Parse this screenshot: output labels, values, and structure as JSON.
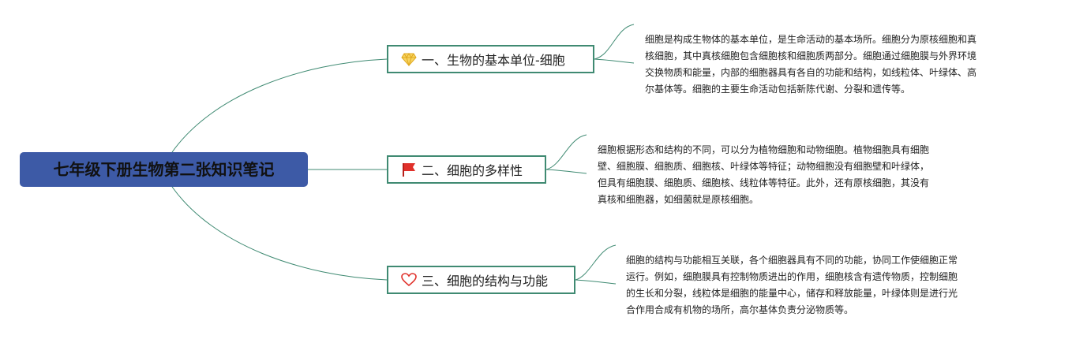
{
  "root": {
    "title": "七年级下册生物第二张知识笔记"
  },
  "branches": [
    {
      "label": "一、生物的基本单位-细胞",
      "icon": "gem-icon",
      "lines": [
        "细胞是构成生物体的基本单位，是生命活动的基本场所。细胞分为原核细胞和真",
        "核细胞，其中真核细胞包含细胞核和细胞质两部分。细胞通过细胞膜与外界环境",
        "交换物质和能量，内部的细胞器具有各自的功能和结构，如线粒体、叶绿体、高",
        "尔基体等。细胞的主要生命活动包括新陈代谢、分裂和遗传等。"
      ]
    },
    {
      "label": "二、细胞的多样性",
      "icon": "flag-icon",
      "lines": [
        "细胞根据形态和结构的不同，可以分为植物细胞和动物细胞。植物细胞具有细胞",
        "壁、细胞膜、细胞质、细胞核、叶绿体等特征；动物细胞没有细胞壁和叶绿体，",
        "但具有细胞膜、细胞质、细胞核、线粒体等特征。此外，还有原核细胞，其没有",
        "真核和细胞器，如细菌就是原核细胞。"
      ]
    },
    {
      "label": "三、细胞的结构与功能",
      "icon": "heart-icon",
      "lines": [
        "细胞的结构与功能相互关联，各个细胞器具有不同的功能，协同工作使细胞正常",
        "运行。例如，细胞膜具有控制物质进出的作用，细胞核含有遗传物质，控制细胞",
        "的生长和分裂，线粒体是细胞的能量中心，储存和释放能量，叶绿体则是进行光",
        "合作用合成有机物的场所，高尔基体负责分泌物质等。"
      ]
    }
  ],
  "colors": {
    "root_fill": "#3d5aa6",
    "branch_border": "#3f8a72",
    "connector": "#3f8a72",
    "flag": "#e0302a",
    "heart": "#e0302a",
    "gem": "#f2c230"
  }
}
